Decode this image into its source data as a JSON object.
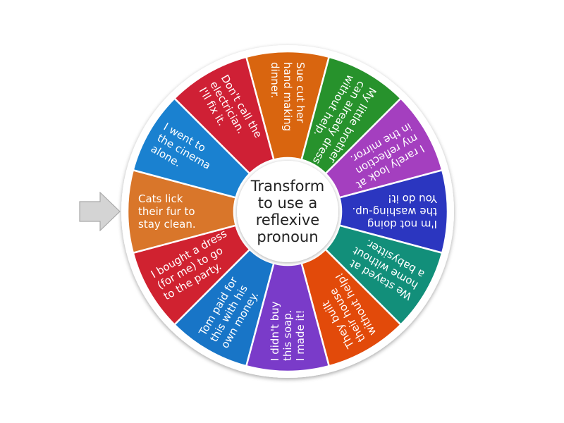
{
  "wheel": {
    "center_text": [
      "Transform",
      "to use a",
      "reflexive",
      "pronoun"
    ],
    "segments": [
      {
        "lines": [
          "Sue cut her",
          "hand making",
          "dinner."
        ],
        "color": "#d9650f"
      },
      {
        "lines": [
          "My little brother",
          "can already dress",
          "without help."
        ],
        "color": "#27922c"
      },
      {
        "lines": [
          "I rarely look at",
          "my reflection",
          "in the mirror."
        ],
        "color": "#a43fbf"
      },
      {
        "lines": [
          "I'm not doing",
          "the washing-up.",
          "You do it!"
        ],
        "color": "#2b36c0"
      },
      {
        "lines": [
          "We stayed at",
          "home without",
          "a babysitter."
        ],
        "color": "#128f7a"
      },
      {
        "lines": [
          "They built",
          "their house",
          "without help!"
        ],
        "color": "#e24a0a"
      },
      {
        "lines": [
          "I didn't buy",
          "this soap.",
          "I made it!"
        ],
        "color": "#7a3bc9"
      },
      {
        "lines": [
          "Tom paid for",
          "this with his",
          "own money."
        ],
        "color": "#1875c7"
      },
      {
        "lines": [
          "I bought a dress",
          "(for me) to go",
          "to the party."
        ],
        "color": "#d02230"
      },
      {
        "lines": [
          "Cats lick",
          "their fur to",
          "stay clean."
        ],
        "color": "#d9762a"
      },
      {
        "lines": [
          "I went to",
          "the cinema",
          "alone."
        ],
        "color": "#1a81d0"
      },
      {
        "lines": [
          "Don't call the",
          "electrician.",
          "I'll fix it."
        ],
        "color": "#cf2035"
      }
    ]
  },
  "pointer": {
    "icon": "arrow-right-icon",
    "color": "#d4d4d4"
  }
}
